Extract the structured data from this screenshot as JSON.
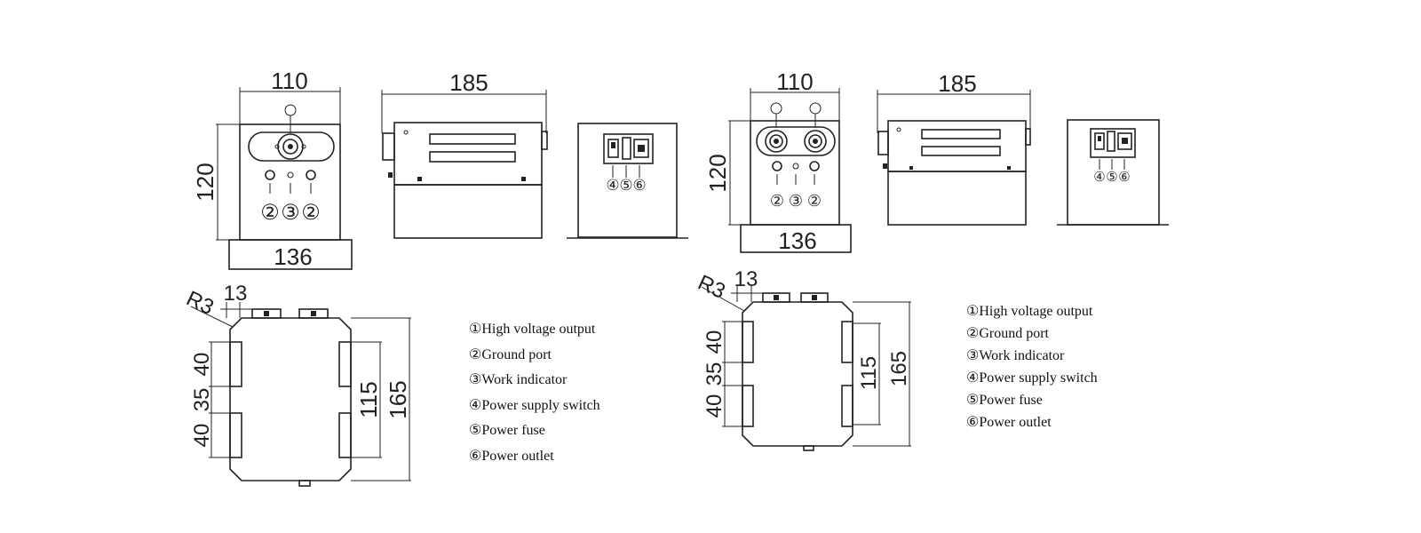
{
  "drawings": [
    {
      "front_view": {
        "width_top": "110",
        "height": "120",
        "base_width": "136",
        "port_marks": [
          "②",
          "③",
          "②"
        ]
      },
      "side_view": {
        "length": "185"
      },
      "rear_view": {
        "port_marks": [
          "④",
          "⑤",
          "⑥"
        ]
      },
      "bottom_view": {
        "radius": "R3",
        "offset": "13",
        "seg_1": "40",
        "seg_2": "35",
        "seg_3": "40",
        "inner": "115",
        "total": "165"
      },
      "legend": [
        "①High voltage output",
        "②Ground port",
        "③Work indicator",
        "④Power supply switch",
        "⑤Power fuse",
        "⑥Power outlet"
      ]
    },
    {
      "front_view": {
        "width_top": "110",
        "height": "120",
        "base_width": "136",
        "port_marks": [
          "②",
          "③",
          "②"
        ]
      },
      "side_view": {
        "length": "185"
      },
      "rear_view": {
        "port_marks": [
          "④",
          "⑤",
          "⑥"
        ]
      },
      "bottom_view": {
        "radius": "R3",
        "offset": "13",
        "seg_1": "40",
        "seg_2": "35",
        "seg_3": "40",
        "inner": "115",
        "total": "165"
      },
      "legend": [
        "①High voltage output",
        "②Ground port",
        "③Work indicator",
        "④Power supply switch",
        "⑤Power fuse",
        "⑥Power outlet"
      ]
    }
  ],
  "colors": {
    "line": "#222222",
    "background": "#ffffff"
  }
}
